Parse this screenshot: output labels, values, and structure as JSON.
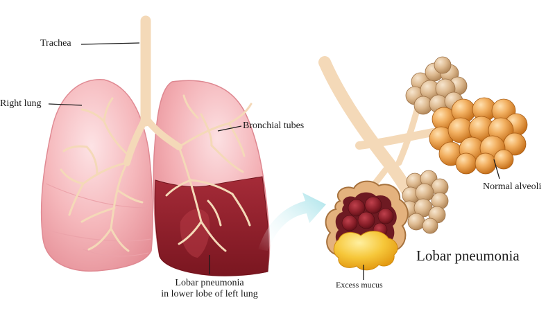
{
  "labels": {
    "trachea": "Trachea",
    "right_lung": "Right lung",
    "bronchial_tubes": "Bronchial tubes",
    "normal_alveoli": "Normal alveoli",
    "lobar_pneumonia_title": "Lobar pneumonia",
    "lobar_pneumonia_line1": "Lobar pneumonia",
    "lobar_pneumonia_line2": "in lower lobe of left lung",
    "excess_mucus": "Excess mucus"
  },
  "colors": {
    "lung_pink": "#f2a7ad",
    "lung_highlight": "#fde3e5",
    "infected_lobe": "#8e1f2a",
    "airway": "#f4d9b8",
    "alveoli_normal": "#e59a45",
    "alveoli_pale": "#dcb58a",
    "mucus": "#f2b21e",
    "arrow": "#bfe9ee"
  }
}
